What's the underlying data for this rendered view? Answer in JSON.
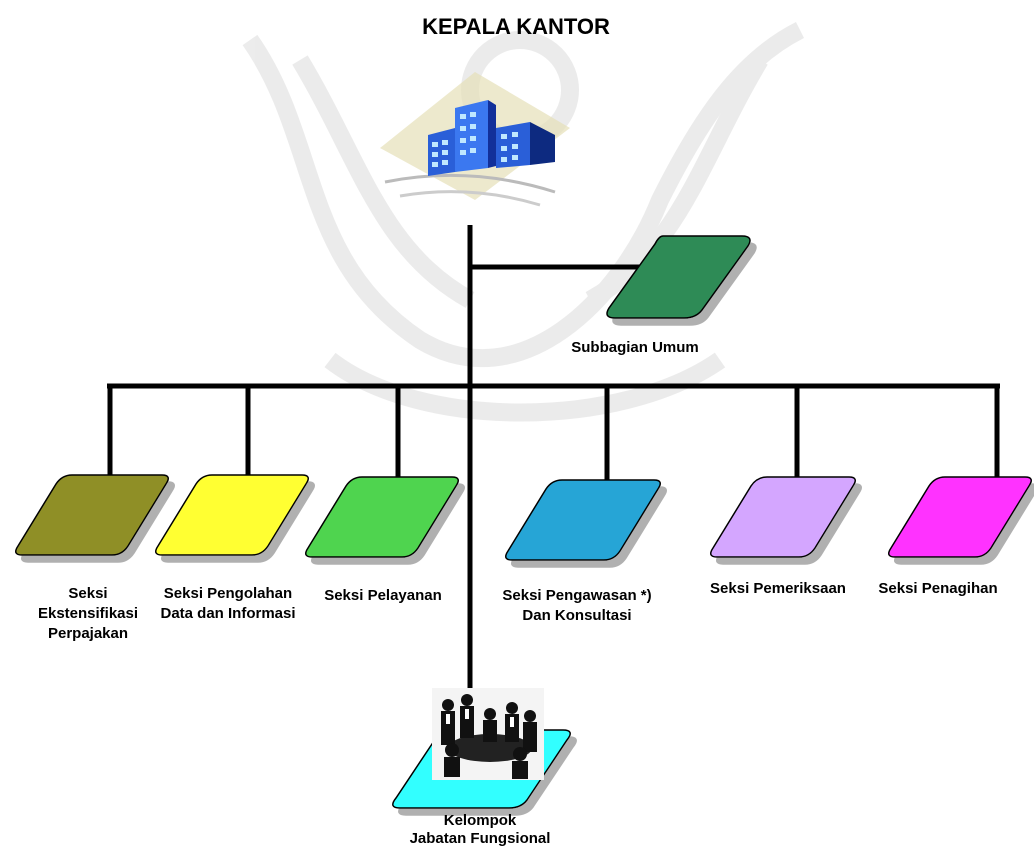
{
  "title": "KEPALA KANTOR",
  "subbagian": {
    "label": "Subbagian Umum",
    "color": "#2e8b57"
  },
  "sections": [
    {
      "lines": [
        "Seksi",
        "Ekstensifikasi",
        "Perpajakan"
      ],
      "color": "#8f8f27"
    },
    {
      "lines": [
        "Seksi Pengolahan",
        "Data dan Informasi"
      ],
      "color": "#ffff33"
    },
    {
      "lines": [
        "Seksi Pelayanan"
      ],
      "color": "#4fd44f"
    },
    {
      "lines": [
        "Seksi Pengawasan *)",
        "Dan Konsultasi"
      ],
      "color": "#25a5d6"
    },
    {
      "lines": [
        "Seksi Pemeriksaan"
      ],
      "color": "#d4a6ff"
    },
    {
      "lines": [
        "Seksi Penagihan"
      ],
      "color": "#ff33ff"
    }
  ],
  "fungsional": {
    "lines": [
      "Kelompok",
      "Jabatan Fungsional"
    ],
    "color": "#33ffff"
  },
  "icons": {
    "office": "office-building-icon",
    "meeting": "meeting-people-icon"
  }
}
